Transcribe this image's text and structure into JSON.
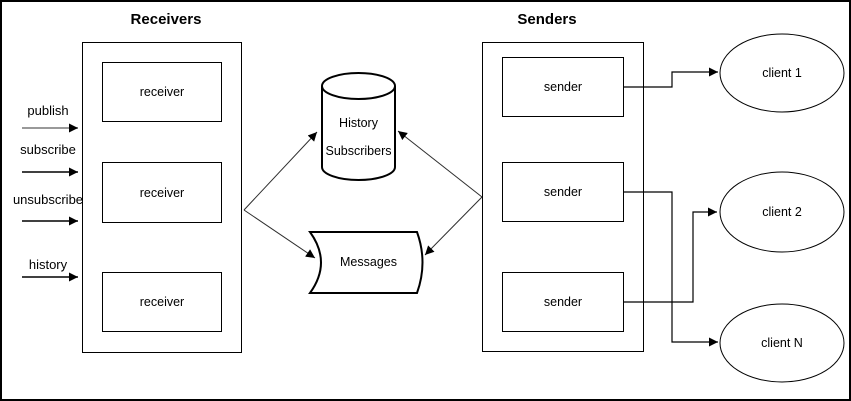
{
  "canvas": {
    "background": "#ffffff",
    "stroke": "#000000",
    "muted_arrow_color": "#999999"
  },
  "receivers": {
    "title": "Receivers",
    "items": [
      {
        "label": "receiver"
      },
      {
        "label": "receiver"
      },
      {
        "label": "receiver"
      }
    ]
  },
  "senders": {
    "title": "Senders",
    "items": [
      {
        "label": "sender"
      },
      {
        "label": "sender"
      },
      {
        "label": "sender"
      }
    ]
  },
  "actions": [
    {
      "label": "publish"
    },
    {
      "label": "subscribe"
    },
    {
      "label": "unsubscribe"
    },
    {
      "label": "history"
    }
  ],
  "datastore": {
    "line1": "History",
    "line2": "Subscribers"
  },
  "messages": {
    "label": "Messages"
  },
  "clients": [
    {
      "label": "client 1"
    },
    {
      "label": "client 2"
    },
    {
      "label": "client N"
    }
  ]
}
